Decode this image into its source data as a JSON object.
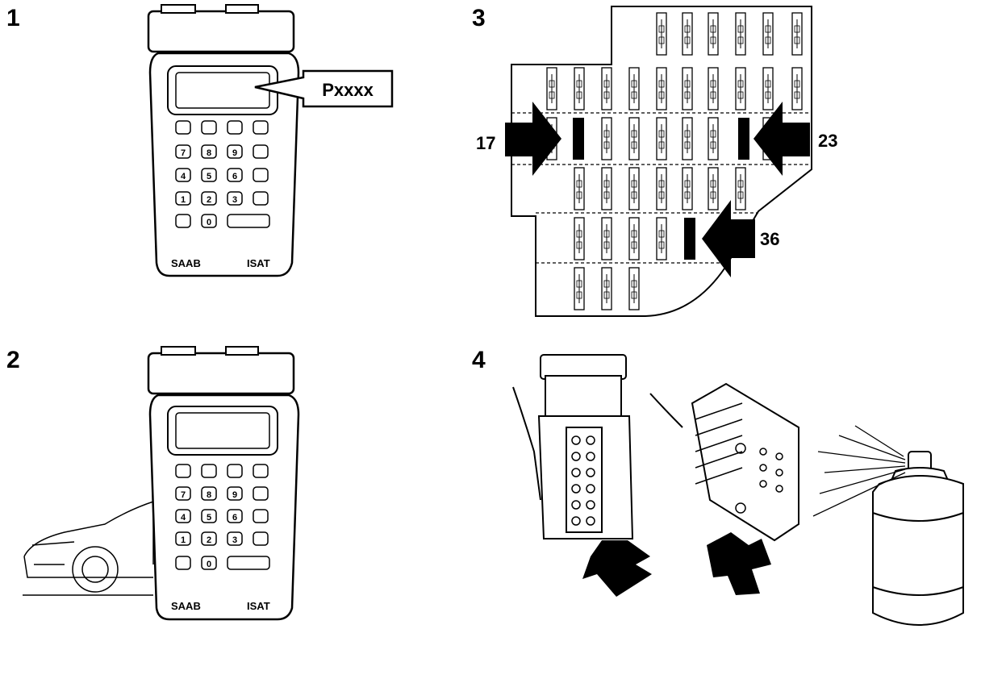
{
  "panels": {
    "p1": {
      "number": "1",
      "callout": "Pxxxx",
      "brand": "SAAB",
      "model": "ISAT"
    },
    "p2": {
      "number": "2",
      "brand": "SAAB",
      "model": "ISAT"
    },
    "p3": {
      "number": "3",
      "labels": {
        "left": "17",
        "right": "23",
        "bottom": "36"
      }
    },
    "p4": {
      "number": "4"
    }
  }
}
